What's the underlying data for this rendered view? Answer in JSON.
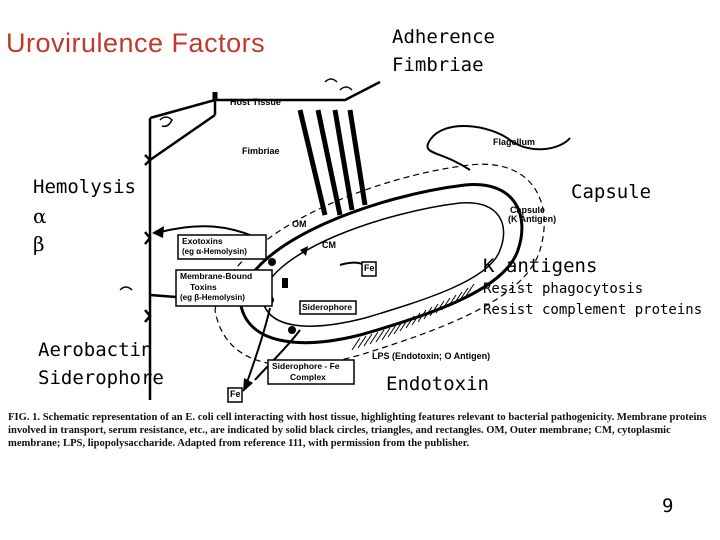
{
  "title": "Urovirulence Factors",
  "labels": {
    "adherence": [
      "Adherence",
      "Fimbriae"
    ],
    "hemolysis": [
      "Hemolysis",
      "α",
      "β"
    ],
    "aerobactin": [
      "Aerobactin",
      "Siderophore"
    ],
    "capsule": "Capsule",
    "k_antigens": "K antigens",
    "resist": [
      "Resist phagocytosis",
      "Resist complement proteins"
    ],
    "endotoxin": "Endotoxin"
  },
  "diagram_labels": {
    "host_tissue": "Host Tissue",
    "fimbriae": "Fimbriae",
    "flagellum": "Flagellum",
    "capsule_k": [
      "Capsule",
      "(K Antigen)"
    ],
    "om": "OM",
    "cm": "CM",
    "fe1": "Fe",
    "fe2": "Fe",
    "exotoxins": [
      "Exotoxins",
      "(eg α-Hemolysin)"
    ],
    "membrane_bound": [
      "Membrane-Bound",
      "Toxins",
      "(eg β-Hemolysin)"
    ],
    "siderophore": "Siderophore",
    "siderophore_fe": [
      "Siderophore - Fe",
      "Complex"
    ],
    "lps": "LPS (Endotoxin; O Antigen)"
  },
  "caption": "FIG. 1. Schematic representation of an E. coli cell interacting with host tissue, highlighting features relevant to bacterial pathogenicity. Membrane proteins involved in transport, serum resistance, etc., are indicated by solid black circles, triangles, and rectangles. OM, Outer membrane; CM, cytoplasmic membrane; LPS, lipopolysaccharide. Adapted from reference 111, with permission from the publisher.",
  "page_number": "9"
}
